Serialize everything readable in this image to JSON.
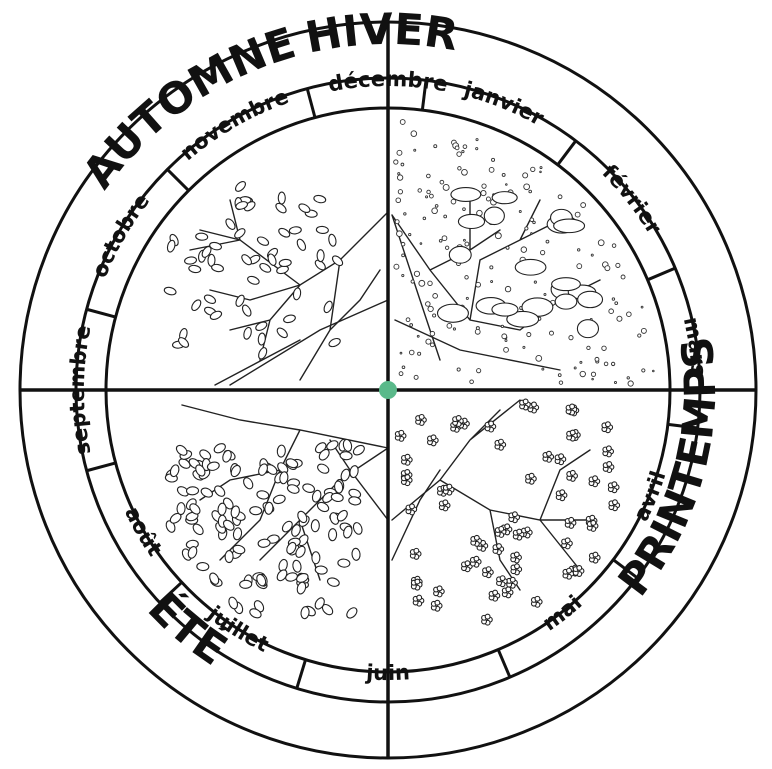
{
  "seasons": [
    {
      "key": "hiver",
      "label": "HIVER",
      "start_deg": -32,
      "end_deg": 30,
      "flip": false
    },
    {
      "key": "printemps",
      "label": "PRINTEMPS",
      "start_deg": 55,
      "end_deg": 155,
      "flip": true
    },
    {
      "key": "ete",
      "label": "ÉTÉ",
      "start_deg": 205,
      "end_deg": 235,
      "flip": true
    },
    {
      "key": "automne",
      "label": "AUTOMNE",
      "start_deg": 300,
      "end_deg": 350,
      "flip": false
    }
  ],
  "months": [
    {
      "label": "janvier",
      "center_deg": 22
    },
    {
      "label": "février",
      "center_deg": 52
    },
    {
      "label": "mars",
      "center_deg": 82
    },
    {
      "label": "avril",
      "center_deg": 112
    },
    {
      "label": "mai",
      "center_deg": 142
    },
    {
      "label": "juin",
      "center_deg": 180
    },
    {
      "label": "juillet",
      "center_deg": 212
    },
    {
      "label": "août",
      "center_deg": 240
    },
    {
      "label": "septembre",
      "center_deg": 270
    },
    {
      "label": "octobre",
      "center_deg": 300
    },
    {
      "label": "novembre",
      "center_deg": 330
    },
    {
      "label": "décembre",
      "center_deg": 0
    }
  ],
  "month_dividers_deg": [
    7,
    37,
    67,
    97,
    127,
    157,
    197,
    227,
    255,
    285,
    315,
    345
  ],
  "colors": {
    "line": "#111111",
    "center_dot": "#5ab98a",
    "background": "#ffffff"
  },
  "quadrants": [
    {
      "season": "automne",
      "icon": "autumn-tree-icon"
    },
    {
      "season": "hiver",
      "icon": "snowy-tree-icon"
    },
    {
      "season": "ete",
      "icon": "summer-tree-icon"
    },
    {
      "season": "printemps",
      "icon": "spring-blossom-tree-icon"
    }
  ]
}
